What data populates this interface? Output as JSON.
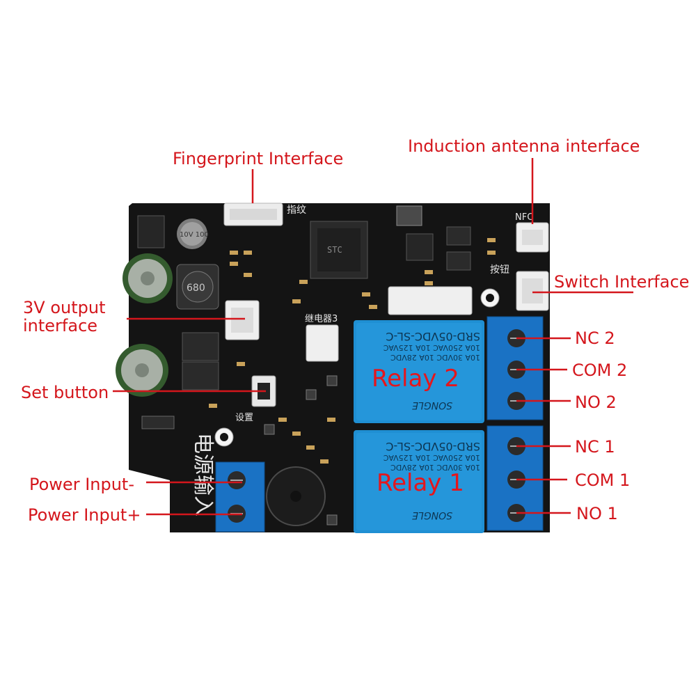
{
  "labels": {
    "fingerprint": "Fingerprint Interface",
    "induction": "Induction antenna interface",
    "switch": "Switch Interface",
    "output3v": "3V output interface",
    "set_button": "Set button",
    "power_neg": "Power Input-",
    "power_pos": "Power Input+",
    "nc2": "NC 2",
    "com2": "COM 2",
    "no2": "NO 2",
    "nc1": "NC 1",
    "com1": "COM 1",
    "no1": "NO 1",
    "relay2": "Relay 2",
    "relay1": "Relay 1"
  },
  "board": {
    "silk_fingerprint": "指纹",
    "silk_nfc": "NFC",
    "silk_button": "按钮",
    "silk_relay3": "继电器3",
    "silk_set": "设置",
    "silk_power": "电源输入",
    "mcu_text": "STC",
    "inductor_text": "680",
    "cap_text": "10V 100",
    "relay_model": "SRD-05VDC-SL-C",
    "relay_spec1": "10A 250VAC  10A 125VAC",
    "relay_spec2": "10A 30VDC  10A 28VDC",
    "relay_brand": "SONGLE"
  },
  "colors": {
    "annotation": "#d4161c",
    "pcb": "#141414",
    "relay": "#1f8fd3",
    "terminal": "#1a72c4"
  }
}
